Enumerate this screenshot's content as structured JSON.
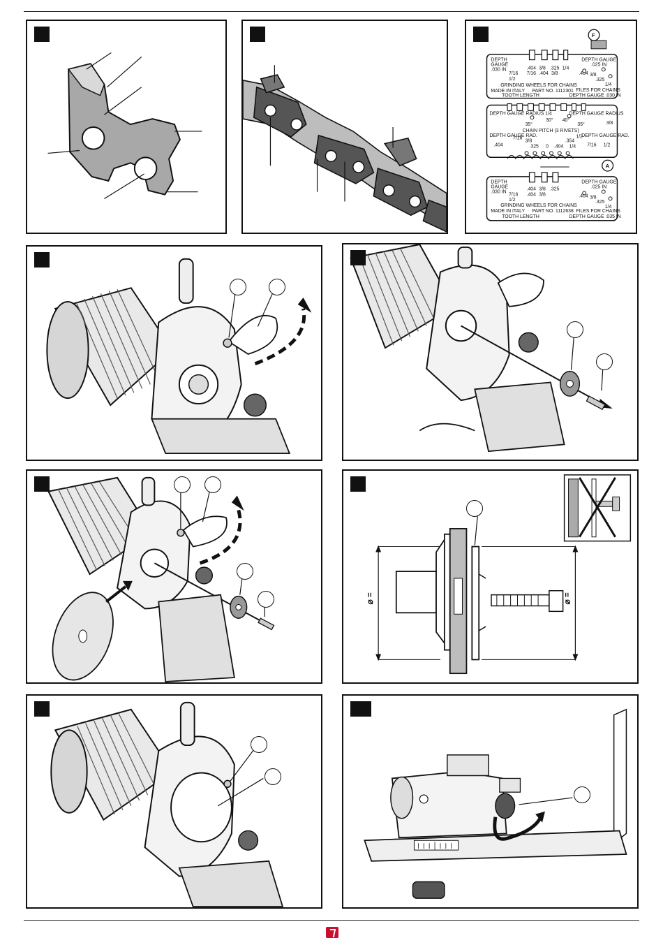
{
  "figure_panels": [
    {
      "id": "p1",
      "callouts": []
    },
    {
      "id": "p2",
      "callouts": []
    },
    {
      "id": "p3",
      "callouts": [
        "F",
        "A"
      ]
    },
    {
      "id": "p4",
      "callouts": []
    },
    {
      "id": "p5",
      "callouts": []
    },
    {
      "id": "p6",
      "callouts": []
    },
    {
      "id": "p7",
      "callouts": []
    },
    {
      "id": "p8",
      "callouts": []
    },
    {
      "id": "p9",
      "callouts": []
    }
  ],
  "gauge_plate": {
    "callout_f": "F",
    "callout_a": "A",
    "top": {
      "depth_gauge_left": "DEPTH",
      "gauge_left": "GAUGE",
      "value_left": ".030 IN",
      "sizes_row1": [
        ".404",
        "3/8",
        ".325",
        "1/4"
      ],
      "sizes_row2": [
        "7/16",
        "1/2",
        "7/16",
        ".404",
        "3/8"
      ],
      "grinding": "GRINDING WHEELS FOR CHAINS",
      "made_in": "MADE IN ITALY",
      "part_no": "PART NO. 1112301",
      "tooth_length": "TOOTH LENGTH",
      "depth_gauge_right": "DEPTH GAUGE",
      "value_right": ".025 IN",
      "files": "FILES FOR CHAINS",
      "right_vals": [
        ".404",
        "3/8",
        ".325",
        "1/4"
      ],
      "bottom_right": "DEPTH GAUGE .030 IN"
    },
    "middle": {
      "depth_gauge_radius_left": "DEPTH GAUGE RADIUS 1/4",
      "angles": [
        "35°",
        "30°",
        "40°",
        "35°"
      ],
      "chain_pitch": "CHAIN PITCH (3 RIVETS)",
      "depth_gauge_rad_left": "DEPTH GAUGE RAD.",
      "depth_gauge_radius_right": "DEPTH GAUGE RADIUS",
      "radius_right_val": "3/8",
      "depth_gauge_rad_right": "DEPTH GAUGE RAD.",
      "pitches": [
        "7/16",
        "3/8",
        ".325",
        "0",
        ".404",
        ".354",
        "1/4",
        "1/2"
      ],
      "rad_left_val": ".404",
      "rad_right_val": "7/16",
      "rad_right_val2": "1/2"
    },
    "bottom": {
      "depth_gauge_left": "DEPTH",
      "gauge_left": "GAUGE",
      "value_left": ".030 IN",
      "sizes_row1": [
        ".404",
        "3/8",
        ".325"
      ],
      "sizes_row2": [
        "7/16",
        "1/2",
        ".404",
        "3/8"
      ],
      "grinding": "GRINDING WHEELS FOR CHAINS",
      "made_in": "MADE IN ITALY",
      "part_no": "PART NO. 1112638",
      "tooth_length": "TOOTH LENGTH",
      "depth_gauge_right": "DEPTH GAUGE",
      "value_right": ".025 IN",
      "files": "FILES FOR CHAINS",
      "right_vals": [
        ".404",
        "3/8",
        ".325",
        "1/4"
      ],
      "bottom_right": "DEPTH GAUGE .035 IN"
    }
  },
  "wheel_diagram": {
    "diameter_left": "⌀ =",
    "diameter_right": "⌀ ="
  },
  "colors": {
    "line": "#111111",
    "metal": "#a6a6a6",
    "metal_dark": "#6e6e6e",
    "chain_dark": "#555555",
    "brand": "#c8102e"
  }
}
